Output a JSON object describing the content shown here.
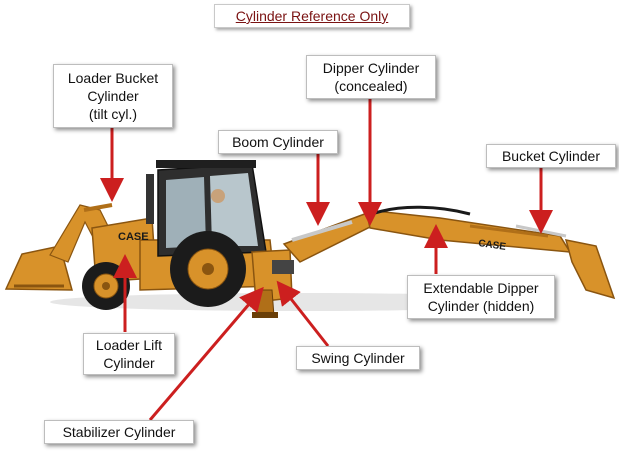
{
  "title": "Cylinder Reference Only",
  "labels": {
    "loader_bucket": "Loader Bucket\nCylinder\n(tilt cyl.)",
    "dipper": "Dipper Cylinder\n(concealed)",
    "boom": "Boom Cylinder",
    "bucket": "Bucket Cylinder",
    "extendable_dipper": "Extendable Dipper\nCylinder (hidden)",
    "loader_lift": "Loader Lift\nCylinder",
    "swing": "Swing Cylinder",
    "stabilizer": "Stabilizer Cylinder"
  },
  "machine": {
    "brand_front": "CASE",
    "brand_arm": "CASE"
  },
  "colors": {
    "body": "#d8922a",
    "body_dark": "#b06f18",
    "arrow": "#cc1f1f",
    "title": "#7a1212",
    "tire": "#1b1b1b",
    "rim": "#d8922a"
  }
}
